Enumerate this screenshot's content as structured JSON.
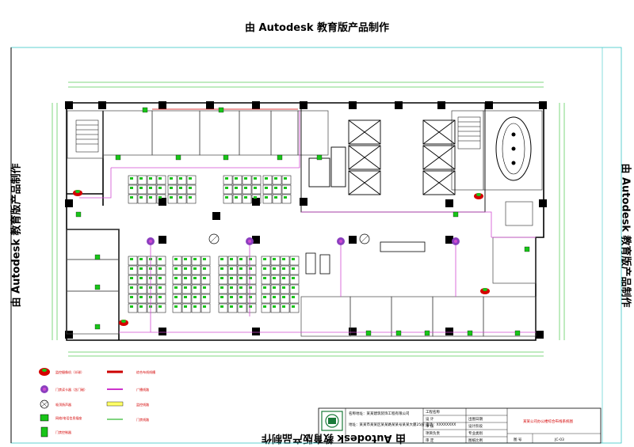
{
  "watermark": {
    "text": "由 Autodesk 教育版产品制作"
  },
  "title_block": {
    "company_line_1": "名称地址：某某建筑装饰工程有限公司",
    "company_line_2": "地址：某某市某某区某某路某某号某某大厦25层 电话：XXXXXXXX",
    "field_labels": [
      "工程名称",
      "设 计",
      "审 核",
      "项目负责",
      "审 定"
    ],
    "field_labels_right": [
      "出图日期",
      "设计阶段",
      "专业类别",
      "图纸比例"
    ],
    "drawing_title": "某某公司办公楼综合布线系统图",
    "sheet_label": "图 号",
    "sheet_value": "JC-03"
  },
  "legend": {
    "items": [
      {
        "icon": "camera-icon",
        "text": "监控摄像机（半球）"
      },
      {
        "icon": "card-reader-icon",
        "text": "门禁读卡器（含门磁）"
      },
      {
        "icon": "ceiling-speaker-icon",
        "text": "吸顶扬声器"
      },
      {
        "icon": "data-outlet-icon",
        "text": "网络/电话信息插座"
      },
      {
        "icon": "control-panel-icon",
        "text": "门禁控制器"
      }
    ],
    "line_items": [
      {
        "color": "#cc0000",
        "text": "综合布线线槽"
      },
      {
        "color": "#cc33cc",
        "text": "广播线路"
      },
      {
        "color": "#c8c800",
        "text": "监控线路"
      },
      {
        "color": "#00aa00",
        "text": "门禁线路"
      }
    ]
  },
  "colors": {
    "wall": "#000000",
    "room_line": "#444444",
    "cable_magenta": "#d24bd2",
    "cable_red": "#d40000",
    "device_green": "#19c419",
    "speaker_purple": "#8b3fbf",
    "dim_line": "#00b000",
    "frame_cyan": "#39c7c7"
  }
}
